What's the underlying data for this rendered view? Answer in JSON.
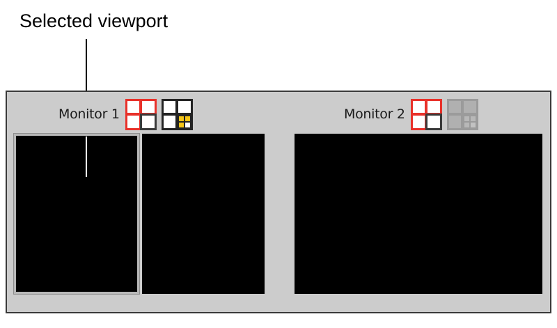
{
  "annotation": {
    "label": "Selected viewport",
    "leader_line": "vertical-pointer"
  },
  "panel": {
    "background_color": "#cccccc",
    "border_color": "#3a3a3a"
  },
  "monitors": [
    {
      "label": "Monitor 1",
      "layout_icons": [
        {
          "name": "layout-2x2-red",
          "state": "enabled",
          "accent_color": "#e8312a",
          "cells": [
            "red",
            "red",
            "red",
            "dark"
          ]
        },
        {
          "name": "layout-2x2-with-subdivided-quadrant",
          "state": "enabled",
          "accent_color": "#f5c518",
          "cells": [
            "dark",
            "dark",
            "dark",
            "subdivided"
          ],
          "subcells": [
            "yellow",
            "yellow",
            "yellow",
            "empty"
          ]
        }
      ],
      "viewports": [
        {
          "name": "viewport-1",
          "selected": true,
          "color": "#000000"
        },
        {
          "name": "viewport-2",
          "selected": false,
          "color": "#000000"
        }
      ]
    },
    {
      "label": "Monitor 2",
      "layout_icons": [
        {
          "name": "layout-2x2-red",
          "state": "enabled",
          "accent_color": "#e8312a",
          "cells": [
            "red",
            "red",
            "red",
            "dark"
          ]
        },
        {
          "name": "layout-2x2-with-subdivided-quadrant",
          "state": "disabled",
          "accent_color": "#9b9b9b",
          "cells": [
            "gray",
            "gray",
            "gray",
            "subdivided"
          ],
          "subcells": [
            "gray",
            "gray",
            "gray",
            "empty"
          ]
        }
      ],
      "viewports": [
        {
          "name": "viewport-3",
          "selected": false,
          "color": "#000000"
        }
      ]
    }
  ]
}
